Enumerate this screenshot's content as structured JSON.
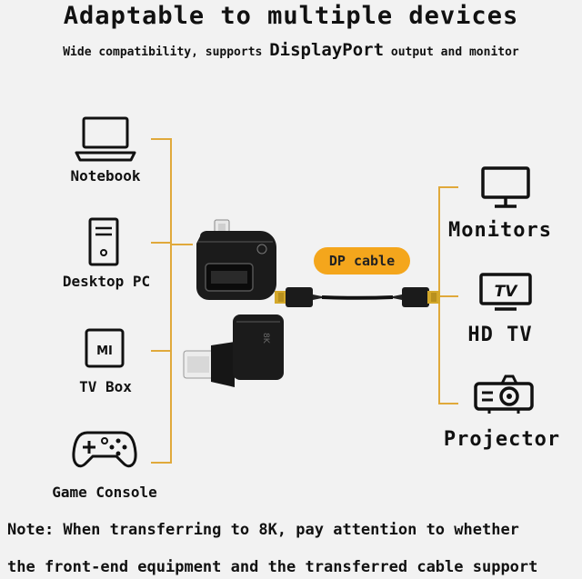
{
  "title": "Adaptable to multiple devices",
  "subtitle": {
    "part1": "Wide compatibility, supports",
    "highlight": "DisplayPort",
    "part2": "output and monitor"
  },
  "left_devices": [
    {
      "label": "Notebook",
      "icon": "laptop-icon"
    },
    {
      "label": "Desktop PC",
      "icon": "desktop-tower-icon"
    },
    {
      "label": "TV Box",
      "icon": "tv-box-icon",
      "icon_text": "MI"
    },
    {
      "label": "Game Console",
      "icon": "gamepad-icon"
    }
  ],
  "right_devices": [
    {
      "label": "Monitors",
      "icon": "monitor-icon"
    },
    {
      "label": "HD TV",
      "icon": "tv-icon",
      "icon_text": "TV"
    },
    {
      "label": "Projector",
      "icon": "projector-icon"
    }
  ],
  "cable_label": "DP cable",
  "adapter_marking": "8K",
  "note": {
    "line1": "Note: When transferring to 8K, pay attention to whether",
    "line2": "the front-end equipment and the transferred cable support"
  },
  "colors": {
    "bracket": "#e0a93b",
    "badge": "#f4a61c",
    "connector_gold": "#d4a82a"
  }
}
